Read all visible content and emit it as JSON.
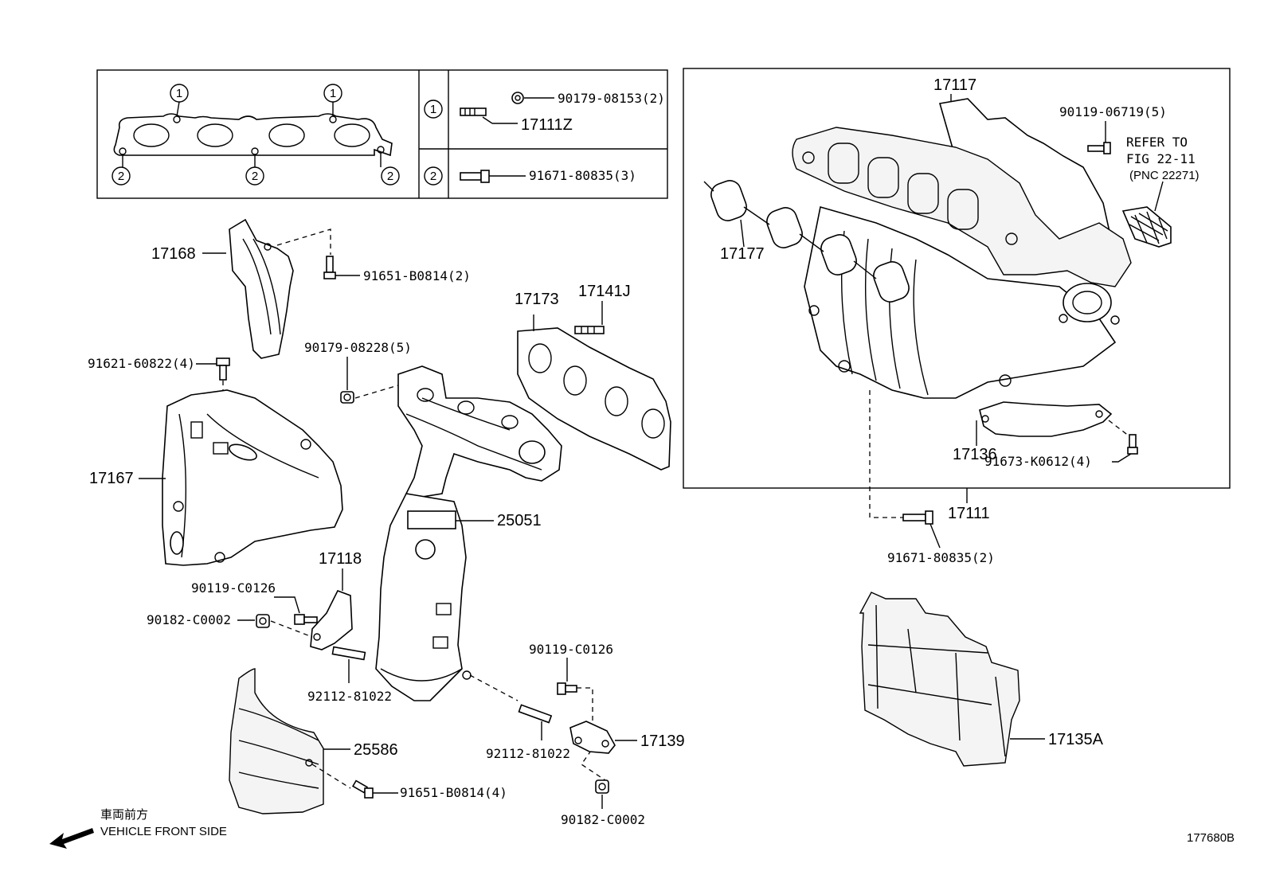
{
  "diagram_id": "177680B",
  "inset_legend": {
    "marker_1": "1",
    "marker_2": "2",
    "row1_nut": "90179-08153(2)",
    "row1_stud": "17111Z",
    "row2_bolt": "91671-80835(3)"
  },
  "right_panel": {
    "manifold": "17117",
    "bolt_top": "90119-06719(5)",
    "refer_line1": "REFER TO",
    "refer_line2": "FIG 22-11",
    "refer_line3": "(PNC 22271)",
    "gasket": "17177",
    "bracket": "17136",
    "bracket_bolt": "91673-K0612(4)",
    "assembly": "17111"
  },
  "left_parts": {
    "insulator_upper": "17168",
    "insulator_upper_bolt": "91651-B0814(2)",
    "bolt_91621": "91621-60822(4)",
    "nut_90179": "90179-08228(5)",
    "gasket_17173": "17173",
    "stud_17141": "17141J",
    "insulator_17167": "17167",
    "converter": "25051",
    "stay_17118": "17118",
    "bolt_90119_left": "90119-C0126",
    "nut_90182_left": "90182-C0002",
    "stud_left": "92112-81022",
    "insulator_lower": "25586",
    "insulator_lower_bolt": "91651-B0814(4)",
    "bolt_90119_right": "90119-C0126",
    "stud_right": "92112-81022",
    "bracket_17139": "17139",
    "nut_90182_right": "90182-C0002",
    "bolt_below_assy": "91671-80835(2)",
    "heat_shield": "17135A"
  },
  "direction": {
    "jp": "車両前方",
    "en": "VEHICLE FRONT SIDE"
  }
}
